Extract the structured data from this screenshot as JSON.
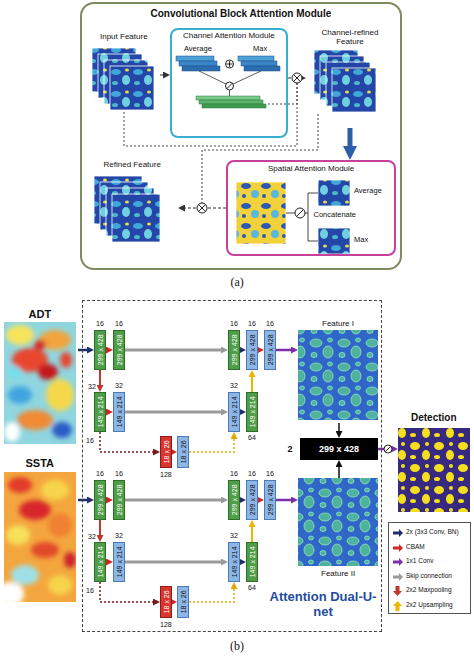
{
  "diagram": {
    "nodes": [
      {
        "text": [
          "Convolutional Block Attention Module"
        ]
      },
      {
        "text": [
          "Input Feature"
        ],
        "in": 0
      },
      {
        "text": [
          "Channel Attention Module",
          "Average",
          "Max"
        ],
        "in": 0
      },
      {
        "text": [
          "Channel-refined Feature"
        ],
        "in": 0
      },
      {
        "text": [
          "Spatial Attention Module",
          "Average",
          "Concatenate",
          "Max"
        ],
        "in": 0
      },
      {
        "text": [
          "Refined Feature"
        ],
        "in": 0
      },
      {
        "text": [
          "ADT"
        ]
      },
      {
        "text": [
          "SSTA"
        ]
      },
      {
        "text": [
          "Attention Dual-U-net"
        ]
      },
      {
        "text": [
          "299 x 428"
        ],
        "in": 8
      },
      {
        "text": [
          "299 x 428"
        ],
        "in": 8
      },
      {
        "text": [
          "149 x 214"
        ],
        "in": 8
      },
      {
        "text": [
          "149 x 214"
        ],
        "in": 8
      },
      {
        "text": [
          "18 x 26"
        ],
        "in": 8
      },
      {
        "text": [
          "18 x 26"
        ],
        "in": 8
      },
      {
        "text": [
          "149 x 214"
        ],
        "in": 8
      },
      {
        "text": [
          "149 x 214"
        ],
        "in": 8
      },
      {
        "text": [
          "299 x 428"
        ],
        "in": 8
      },
      {
        "text": [
          "299 x 428"
        ],
        "in": 8
      },
      {
        "text": [
          "299 x 428"
        ],
        "in": 8
      },
      {
        "text": [
          "Feature I"
        ],
        "in": 8
      },
      {
        "text": [
          "299 x 428"
        ],
        "in": 8
      },
      {
        "text": [
          "299 x 428"
        ],
        "in": 8
      },
      {
        "text": [
          "299 x 428"
        ],
        "in": 8
      },
      {
        "text": [
          "149 x 214"
        ],
        "in": 8
      },
      {
        "text": [
          "149 x 214"
        ],
        "in": 8
      },
      {
        "text": [
          "18 x 26"
        ],
        "in": 8
      },
      {
        "text": [
          "18 x 26"
        ],
        "in": 8
      },
      {
        "text": [
          "149 x 214"
        ],
        "in": 8
      },
      {
        "text": [
          "149 x 214"
        ],
        "in": 8
      },
      {
        "text": [
          "299 x 428"
        ],
        "in": 8
      },
      {
        "text": [
          "299 x 428"
        ],
        "in": 8
      },
      {
        "text": [
          "299 x 428"
        ],
        "in": 8
      },
      {
        "text": [
          "Feature II"
        ],
        "in": 8
      },
      {
        "text": [
          "Detection"
        ]
      }
    ],
    "edges": [
      {
        "from": 1,
        "to": 2,
        "arrow": "to"
      },
      {
        "from": 2,
        "to": 3,
        "arrow": "to"
      },
      {
        "from": 3,
        "to": 4,
        "arrow": "to"
      },
      {
        "from": 4,
        "to": 5,
        "arrow": "to"
      },
      {
        "from": 6,
        "to": 9,
        "arrow": "to"
      },
      {
        "from": 9,
        "to": 10,
        "arrow": "to"
      },
      {
        "from": 9,
        "to": 11,
        "arrow": "to"
      },
      {
        "from": 11,
        "to": 12,
        "arrow": "to"
      },
      {
        "from": 10,
        "to": 17,
        "arrow": "to"
      },
      {
        "from": 12,
        "to": 15,
        "arrow": "to"
      },
      {
        "from": 11,
        "to": 13,
        "arrow": "to"
      },
      {
        "from": 13,
        "to": 14,
        "arrow": "to"
      },
      {
        "from": 14,
        "to": 15,
        "arrow": "to"
      },
      {
        "from": 15,
        "to": 16,
        "arrow": "to"
      },
      {
        "from": 16,
        "to": 18,
        "arrow": "to"
      },
      {
        "from": 17,
        "to": 18,
        "arrow": "to"
      },
      {
        "from": 18,
        "to": 19,
        "arrow": "to"
      },
      {
        "from": 19,
        "to": 20,
        "arrow": "to"
      },
      {
        "from": 7,
        "to": 22,
        "arrow": "to"
      },
      {
        "from": 22,
        "to": 23,
        "arrow": "to"
      },
      {
        "from": 22,
        "to": 24,
        "arrow": "to"
      },
      {
        "from": 24,
        "to": 25,
        "arrow": "to"
      },
      {
        "from": 23,
        "to": 30,
        "arrow": "to"
      },
      {
        "from": 25,
        "to": 28,
        "arrow": "to"
      },
      {
        "from": 24,
        "to": 26,
        "arrow": "to"
      },
      {
        "from": 26,
        "to": 27,
        "arrow": "to"
      },
      {
        "from": 27,
        "to": 28,
        "arrow": "to"
      },
      {
        "from": 28,
        "to": 29,
        "arrow": "to"
      },
      {
        "from": 29,
        "to": 31,
        "arrow": "to"
      },
      {
        "from": 30,
        "to": 31,
        "arrow": "to"
      },
      {
        "from": 31,
        "to": 32,
        "arrow": "to"
      },
      {
        "from": 32,
        "to": 33,
        "arrow": "to"
      },
      {
        "from": 20,
        "to": 21,
        "arrow": "to"
      },
      {
        "from": 33,
        "to": 21,
        "arrow": "to"
      },
      {
        "from": 21,
        "to": 34,
        "arrow": "to"
      }
    ],
    "labels": [
      "(a)",
      "(b)",
      "16",
      "16",
      "32",
      "32",
      "16",
      "128",
      "32",
      "64",
      "16",
      "16",
      "16",
      "2",
      "16",
      "16",
      "32",
      "32",
      "16",
      "128",
      "32",
      "64",
      "16",
      "16",
      "16"
    ],
    "legend": [
      {
        "text": "2x (3x3 Conv, BN)"
      },
      {
        "text": "CBAM"
      },
      {
        "text": "1x1 Conv"
      },
      {
        "text": "Skip connection"
      },
      {
        "text": "2x2 Maxpooling"
      },
      {
        "text": "2x2 Upsampling"
      }
    ]
  }
}
